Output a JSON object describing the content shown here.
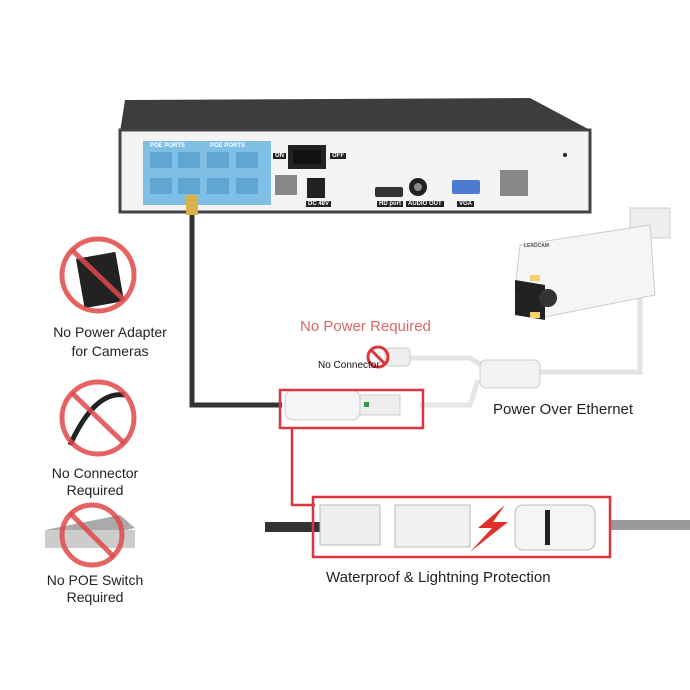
{
  "nvr": {
    "port_group_1": "POE PORTS",
    "port_group_2": "POE PORTS",
    "on": "ON",
    "off": "OFF",
    "dc": "DC 48V",
    "hd": "HD port",
    "audio": "AUDIO OUT",
    "vga": "VGA"
  },
  "camera_brand": "LEADCAM",
  "labels": {
    "no_power_required": "No Power Required",
    "no_connector_small": "No Connector",
    "poe": "Power Over Ethernet",
    "waterproof": "Waterproof & Lightning Protection",
    "no_adapter_1": "No Power Adapter",
    "no_adapter_2": "for Cameras",
    "no_connector_1": "No Connector",
    "no_connector_2": "Required",
    "no_switch_1": "No POE Switch",
    "no_switch_2": "Required"
  },
  "colors": {
    "accent_red": "#d9363e",
    "port_blue": "#7fbfe6",
    "nvr_dark": "#3a3a3a"
  }
}
